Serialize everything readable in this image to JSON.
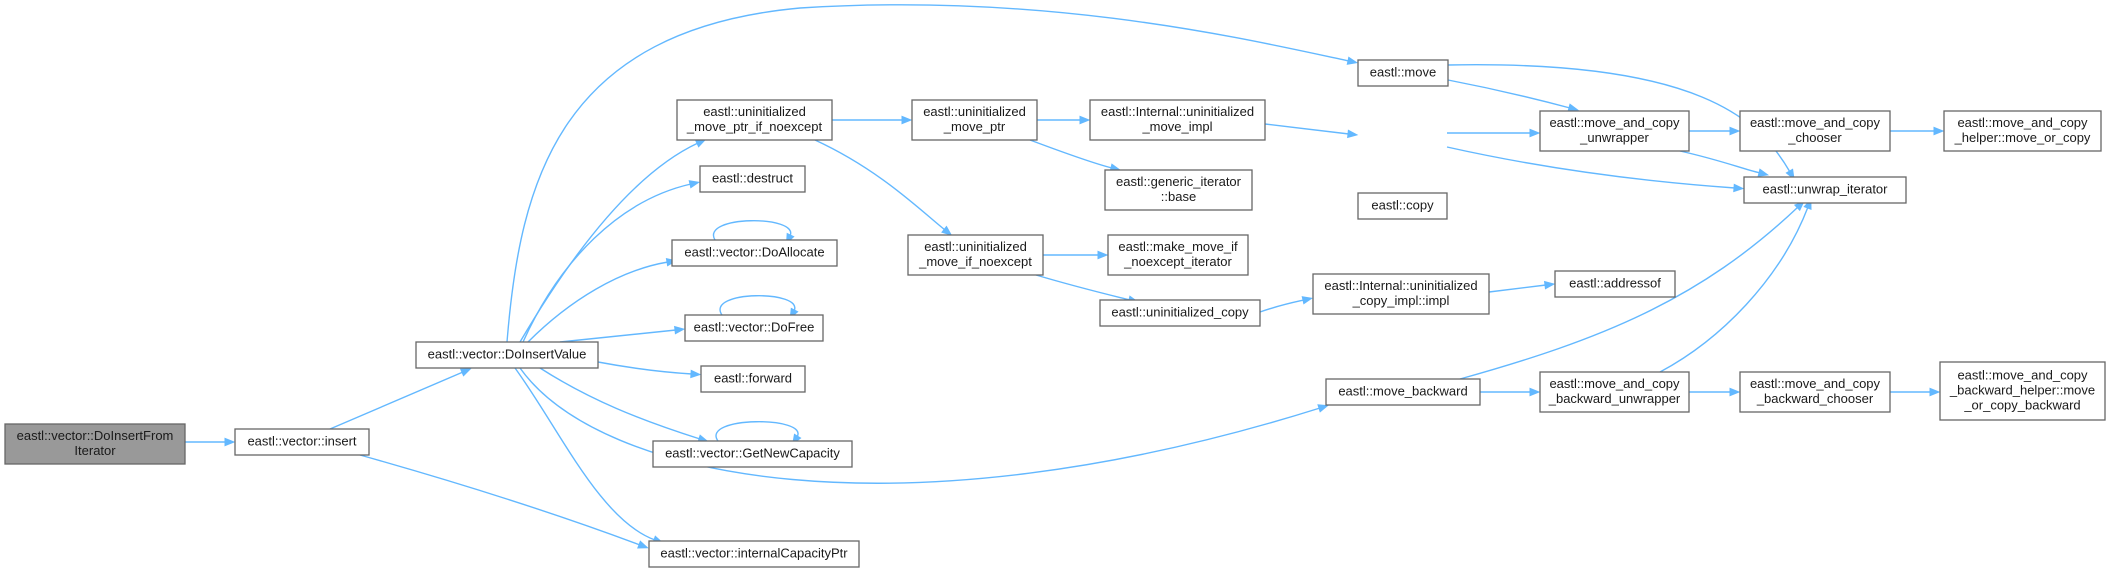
{
  "nodes": {
    "n_doinsert_from_iterator": [
      "eastl::vector::DoInsertFrom",
      "Iterator"
    ],
    "n_insert": [
      "eastl::vector::insert"
    ],
    "n_doinsertvalue": [
      "eastl::vector::DoInsertValue"
    ],
    "n_uninit_move_ptr_if_noexcept": [
      "eastl::uninitialized",
      "_move_ptr_if_noexcept"
    ],
    "n_destruct": [
      "eastl::destruct"
    ],
    "n_doallocate": [
      "eastl::vector::DoAllocate"
    ],
    "n_dofree": [
      "eastl::vector::DoFree"
    ],
    "n_forward": [
      "eastl::forward"
    ],
    "n_getnewcapacity": [
      "eastl::vector::GetNewCapacity"
    ],
    "n_internalcapacityptr": [
      "eastl::vector::internalCapacityPtr"
    ],
    "n_uninit_move_ptr": [
      "eastl::uninitialized",
      "_move_ptr"
    ],
    "n_uninit_move_if_noexcept": [
      "eastl::uninitialized",
      "_move_if_noexcept"
    ],
    "n_internal_uninit_move_impl": [
      "eastl::Internal::uninitialized",
      "_move_impl"
    ],
    "n_generic_iterator_base": [
      "eastl::generic_iterator",
      "::base"
    ],
    "n_make_move_if_noexcept_iterator": [
      "eastl::make_move_if",
      "_noexcept_iterator"
    ],
    "n_uninitialized_copy": [
      "eastl::uninitialized_copy"
    ],
    "n_internal_uninit_copy_impl": [
      "eastl::Internal::uninitialized",
      "_copy_impl::impl"
    ],
    "n_addressof": [
      "eastl::addressof"
    ],
    "n_move": [
      "eastl::move"
    ],
    "n_copy": [
      "eastl::copy"
    ],
    "n_move_backward": [
      "eastl::move_backward"
    ],
    "n_move_and_copy_unwrapper": [
      "eastl::move_and_copy",
      "_unwrapper"
    ],
    "n_move_and_copy_backward_unwrapper": [
      "eastl::move_and_copy",
      "_backward_unwrapper"
    ],
    "n_move_and_copy_chooser": [
      "eastl::move_and_copy",
      "_chooser"
    ],
    "n_unwrap_iterator": [
      "eastl::unwrap_iterator"
    ],
    "n_move_and_copy_backward_chooser": [
      "eastl::move_and_copy",
      "_backward_chooser"
    ],
    "n_move_and_copy_helper": [
      "eastl::move_and_copy",
      "_helper::move_or_copy"
    ],
    "n_move_and_copy_backward_helper": [
      "eastl::move_and_copy",
      "_backward_helper::move",
      "_or_copy_backward"
    ]
  },
  "root_node": "n_doinsert_from_iterator",
  "edges": [
    [
      "n_doinsert_from_iterator",
      "n_insert"
    ],
    [
      "n_insert",
      "n_doinsertvalue"
    ],
    [
      "n_insert",
      "n_internalcapacityptr"
    ],
    [
      "n_doinsertvalue",
      "n_move"
    ],
    [
      "n_doinsertvalue",
      "n_uninit_move_ptr_if_noexcept"
    ],
    [
      "n_doinsertvalue",
      "n_destruct"
    ],
    [
      "n_doinsertvalue",
      "n_doallocate"
    ],
    [
      "n_doinsertvalue",
      "n_dofree"
    ],
    [
      "n_doinsertvalue",
      "n_forward"
    ],
    [
      "n_doinsertvalue",
      "n_getnewcapacity"
    ],
    [
      "n_doinsertvalue",
      "n_internalcapacityptr"
    ],
    [
      "n_doinsertvalue",
      "n_move_backward"
    ],
    [
      "n_doallocate",
      "n_doallocate"
    ],
    [
      "n_dofree",
      "n_dofree"
    ],
    [
      "n_getnewcapacity",
      "n_getnewcapacity"
    ],
    [
      "n_uninit_move_ptr_if_noexcept",
      "n_uninit_move_ptr"
    ],
    [
      "n_uninit_move_ptr_if_noexcept",
      "n_uninit_move_if_noexcept"
    ],
    [
      "n_uninit_move_ptr",
      "n_internal_uninit_move_impl"
    ],
    [
      "n_uninit_move_ptr",
      "n_generic_iterator_base"
    ],
    [
      "n_internal_uninit_move_impl",
      "n_copy"
    ],
    [
      "n_uninit_move_if_noexcept",
      "n_make_move_if_noexcept_iterator"
    ],
    [
      "n_uninit_move_if_noexcept",
      "n_uninitialized_copy"
    ],
    [
      "n_uninitialized_copy",
      "n_internal_uninit_copy_impl"
    ],
    [
      "n_internal_uninit_copy_impl",
      "n_addressof"
    ],
    [
      "n_move",
      "n_move_and_copy_unwrapper"
    ],
    [
      "n_move",
      "n_unwrap_iterator"
    ],
    [
      "n_copy",
      "n_move_and_copy_unwrapper"
    ],
    [
      "n_copy",
      "n_unwrap_iterator"
    ],
    [
      "n_move_and_copy_unwrapper",
      "n_move_and_copy_chooser"
    ],
    [
      "n_move_and_copy_unwrapper",
      "n_unwrap_iterator"
    ],
    [
      "n_move_and_copy_chooser",
      "n_move_and_copy_helper"
    ],
    [
      "n_move_backward",
      "n_unwrap_iterator"
    ],
    [
      "n_move_backward",
      "n_move_and_copy_backward_unwrapper"
    ],
    [
      "n_move_and_copy_backward_unwrapper",
      "n_unwrap_iterator"
    ],
    [
      "n_move_and_copy_backward_unwrapper",
      "n_move_and_copy_backward_chooser"
    ],
    [
      "n_move_and_copy_backward_chooser",
      "n_move_and_copy_backward_helper"
    ]
  ],
  "colors": {
    "edge": "#63b8ff",
    "node_border": "#666666",
    "node_fill": "#ffffff",
    "root_fill": "#999999",
    "text": "#1a1a1a"
  }
}
